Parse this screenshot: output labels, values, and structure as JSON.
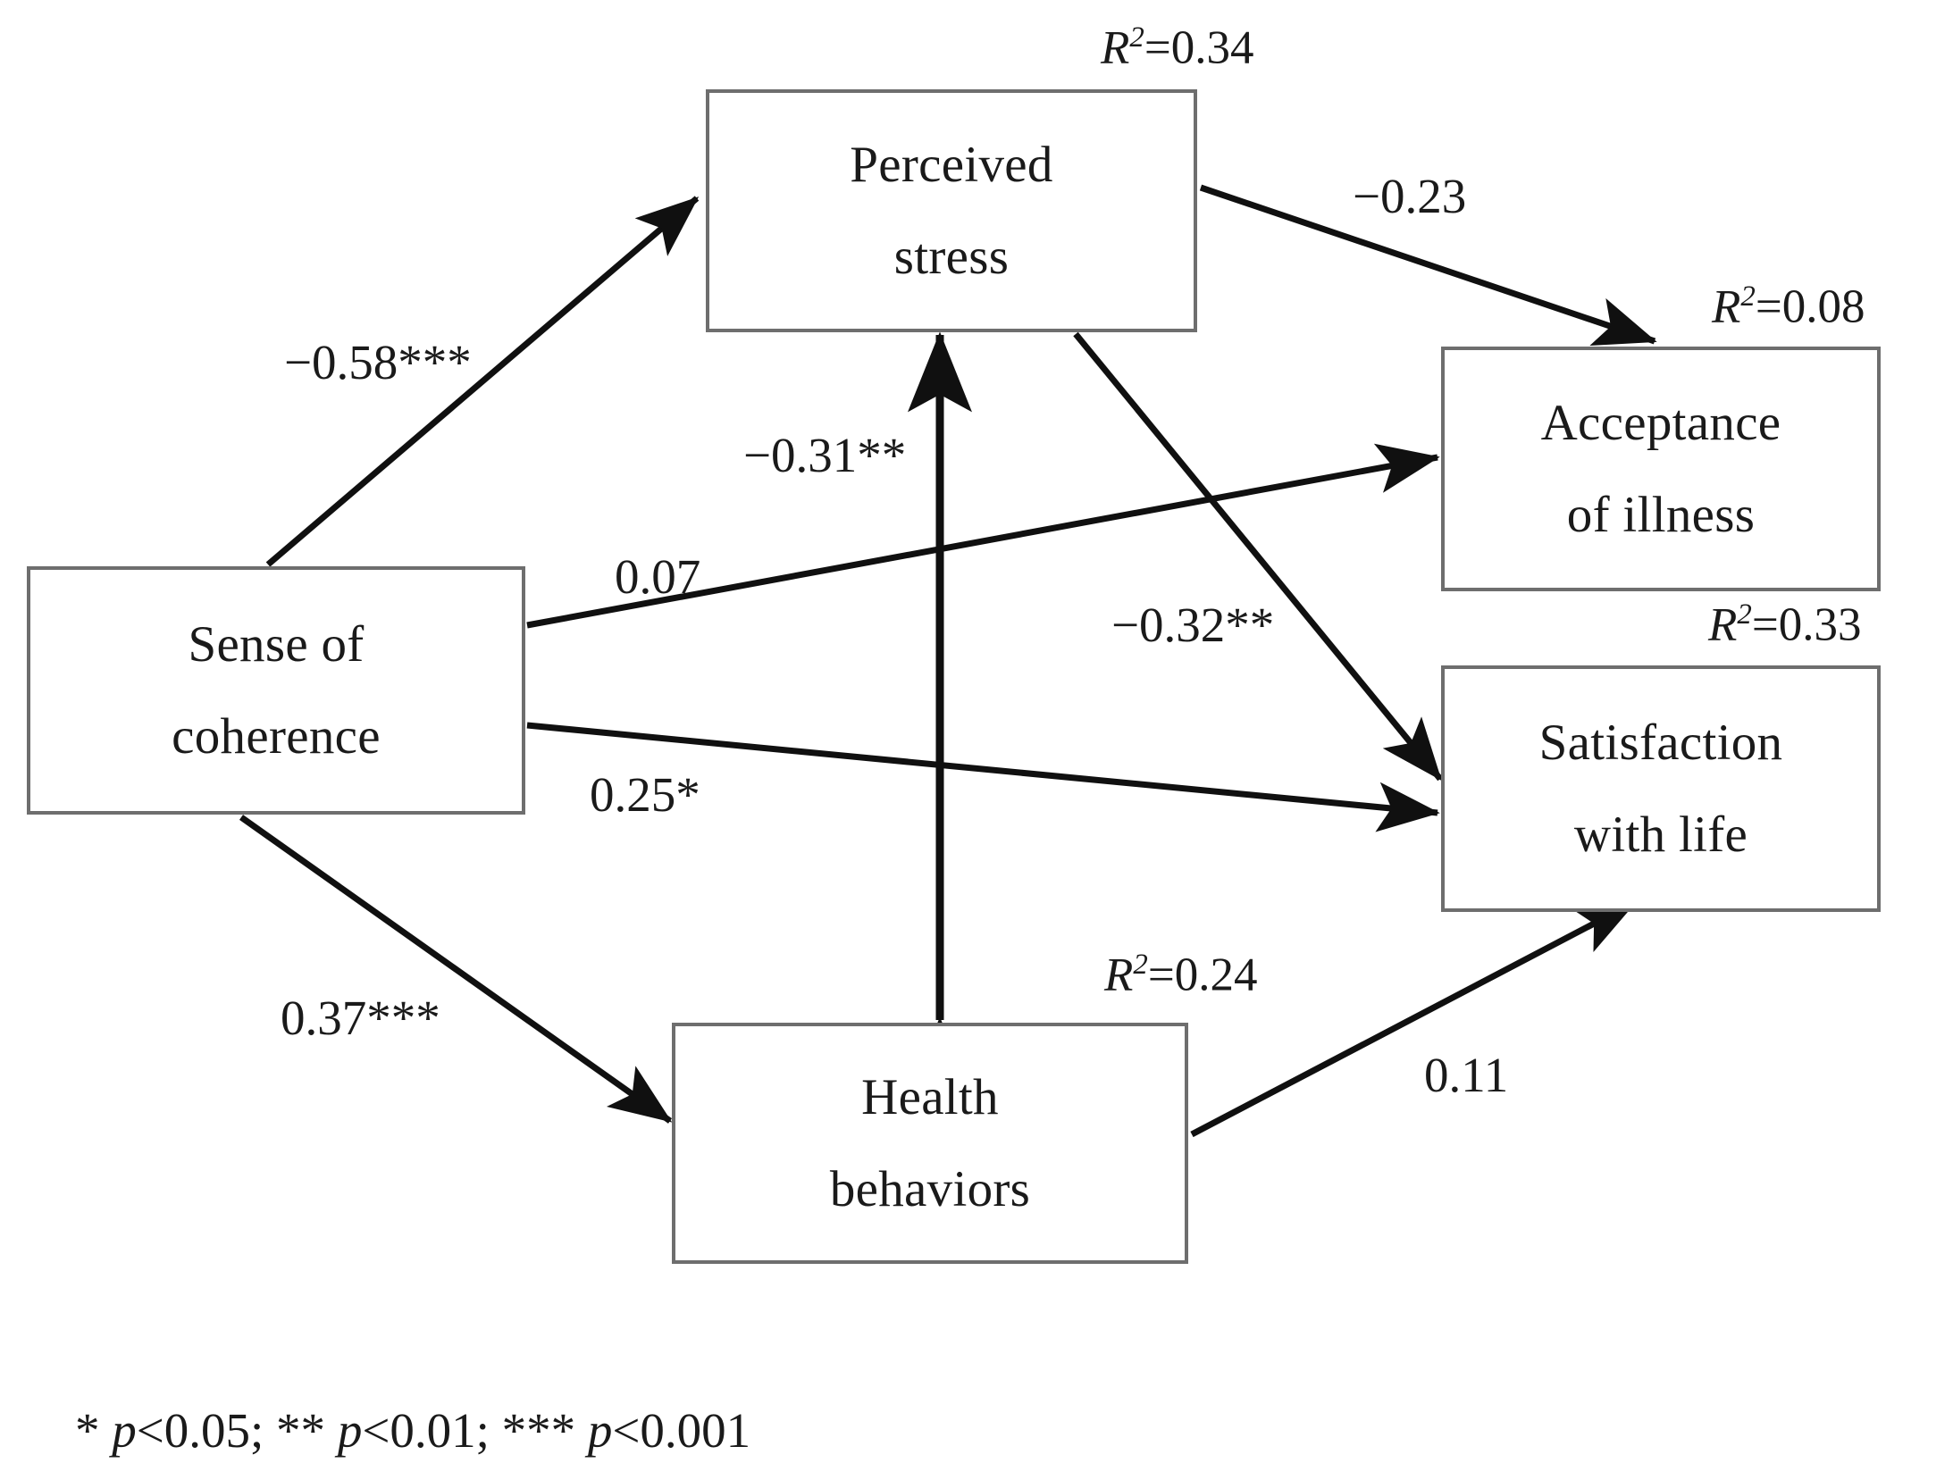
{
  "figure": {
    "type": "path-diagram",
    "legend": "* p<0.05; ** p<0.01; *** p<0.001"
  },
  "nodes": [
    {
      "id": "perceived-stress",
      "line1": "Perceived",
      "line2": "stress",
      "r2": "R2=0.34",
      "r2_value": 0.34
    },
    {
      "id": "sense-of-coherence",
      "line1": "Sense of",
      "line2": "coherence",
      "r2": "",
      "r2_value": null
    },
    {
      "id": "acceptance-of-illness",
      "line1": "Acceptance",
      "line2": "of illness",
      "r2": "R2=0.08",
      "r2_value": 0.08
    },
    {
      "id": "satisfaction-with-life",
      "line1": "Satisfaction",
      "line2": "with life",
      "r2": "R2=0.33",
      "r2_value": 0.33
    },
    {
      "id": "health-behaviors",
      "line1": "Health",
      "line2": "behaviors",
      "r2": "R2=0.24",
      "r2_value": 0.24
    }
  ],
  "r2_labels": {
    "perceived_stress": "0.34",
    "acceptance_of_illness": "0.08",
    "satisfaction_with_life": "0.33",
    "health_behaviors": "0.24"
  },
  "paths": [
    {
      "id": "soc-to-ps",
      "from": "sense-of-coherence",
      "to": "perceived-stress",
      "label": "−0.58***",
      "value": -0.58,
      "significance": "***"
    },
    {
      "id": "ps-to-aoi",
      "from": "perceived-stress",
      "to": "acceptance-of-illness",
      "label": "−0.23",
      "value": -0.23,
      "significance": ""
    },
    {
      "id": "ps-hb",
      "from": "perceived-stress",
      "to": "health-behaviors",
      "label": "−0.31**",
      "value": -0.31,
      "significance": "**"
    },
    {
      "id": "soc-to-aoi",
      "from": "sense-of-coherence",
      "to": "acceptance-of-illness",
      "label": "0.07",
      "value": 0.07,
      "significance": ""
    },
    {
      "id": "soc-to-swl",
      "from": "sense-of-coherence",
      "to": "satisfaction-with-life",
      "label": "0.25*",
      "value": 0.25,
      "significance": "*"
    },
    {
      "id": "ps-to-swl",
      "from": "perceived-stress",
      "to": "satisfaction-with-life",
      "label": "−0.32**",
      "value": -0.32,
      "significance": "**"
    },
    {
      "id": "soc-to-hb",
      "from": "sense-of-coherence",
      "to": "health-behaviors",
      "label": "0.37***",
      "value": 0.37,
      "significance": "***"
    },
    {
      "id": "hb-to-swl",
      "from": "health-behaviors",
      "to": "satisfaction-with-life",
      "label": "0.11",
      "value": 0.11,
      "significance": ""
    }
  ],
  "colors": {
    "box_border": "#6e6e6e",
    "arrow": "#101010",
    "text": "#1a1a1a",
    "background": "#ffffff"
  }
}
